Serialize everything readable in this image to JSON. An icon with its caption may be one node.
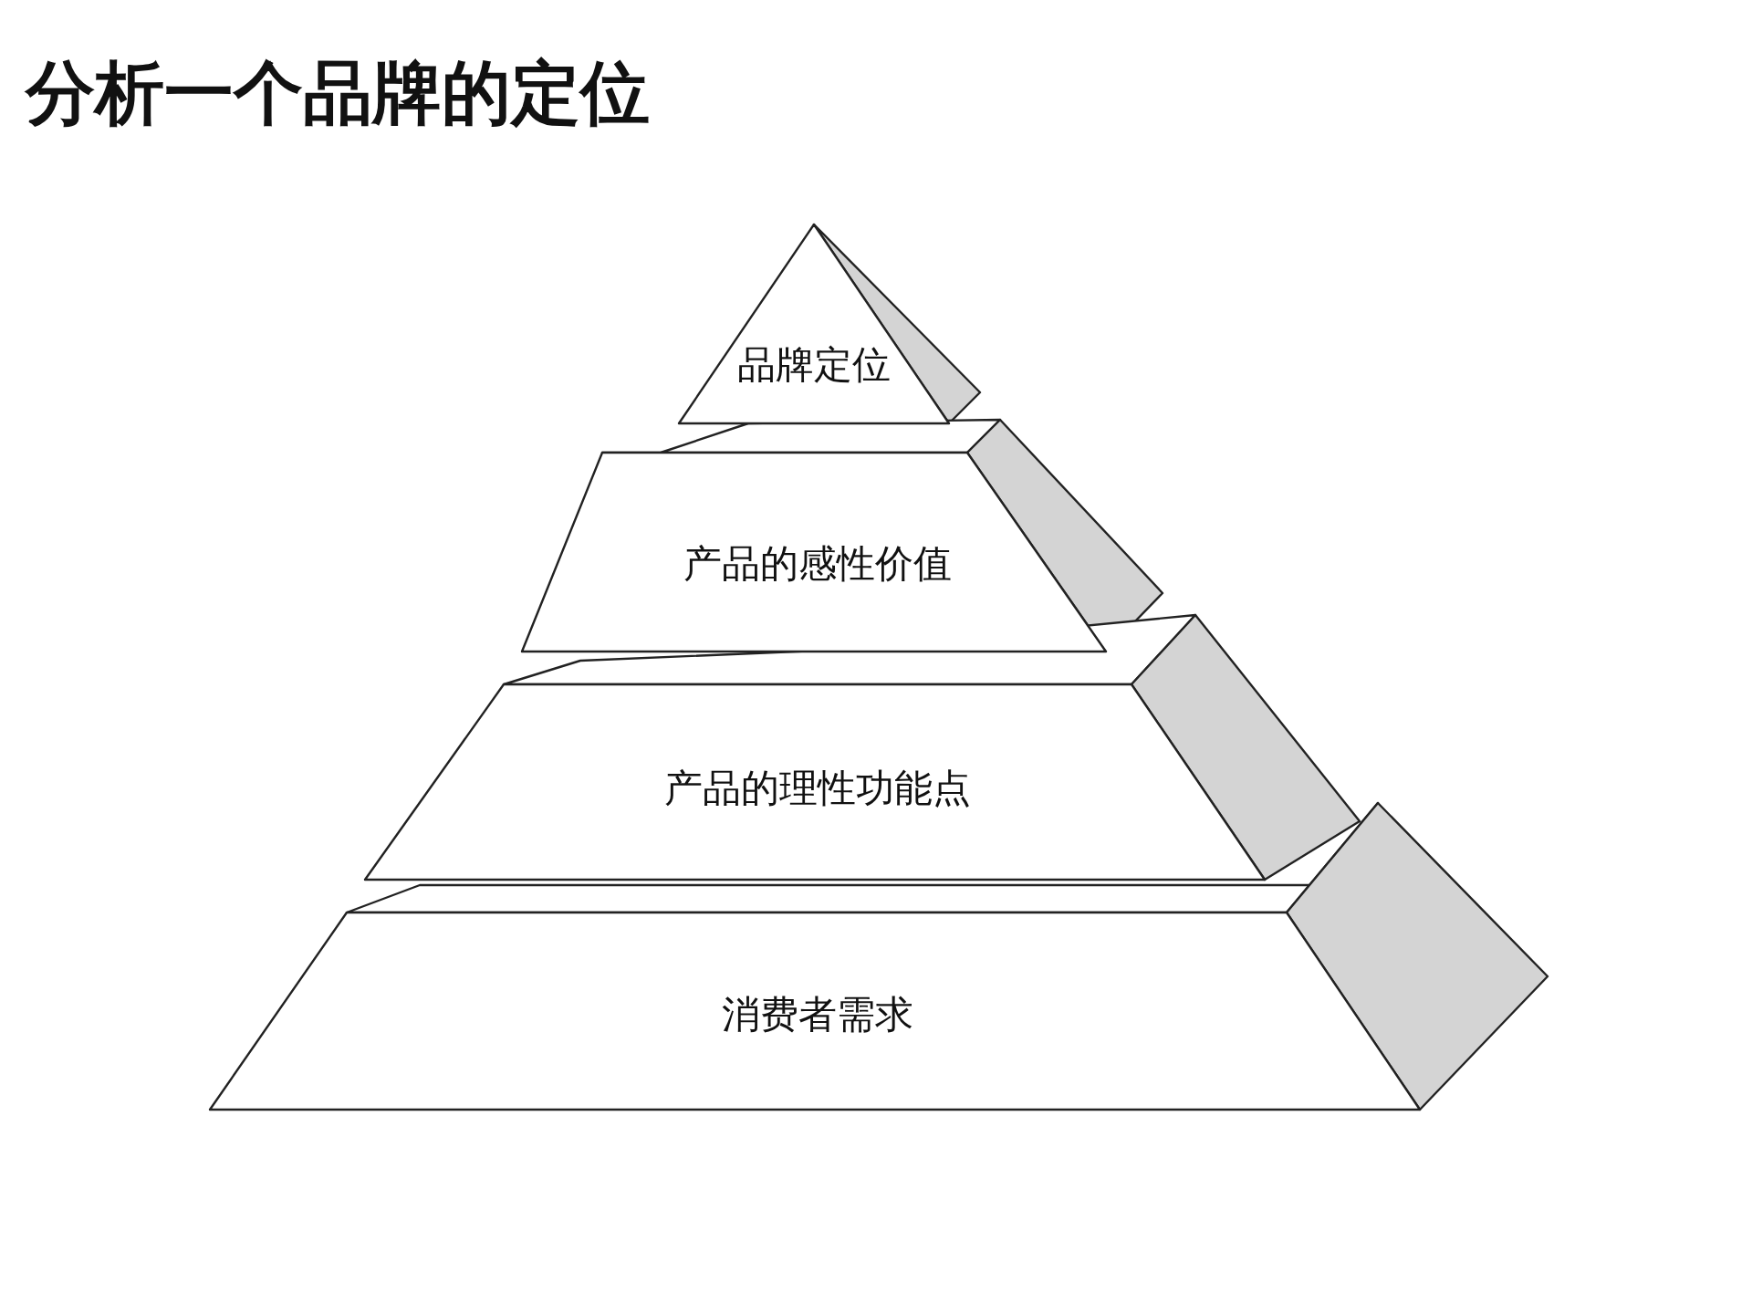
{
  "diagram": {
    "title": "分析一个品牌的定位",
    "nodes": [
      {
        "text": [
          "品牌定位"
        ]
      },
      {
        "text": [
          "产品的感性价值"
        ]
      },
      {
        "text": [
          "产品的理性功能点"
        ]
      },
      {
        "text": [
          "消费者需求"
        ]
      }
    ]
  }
}
